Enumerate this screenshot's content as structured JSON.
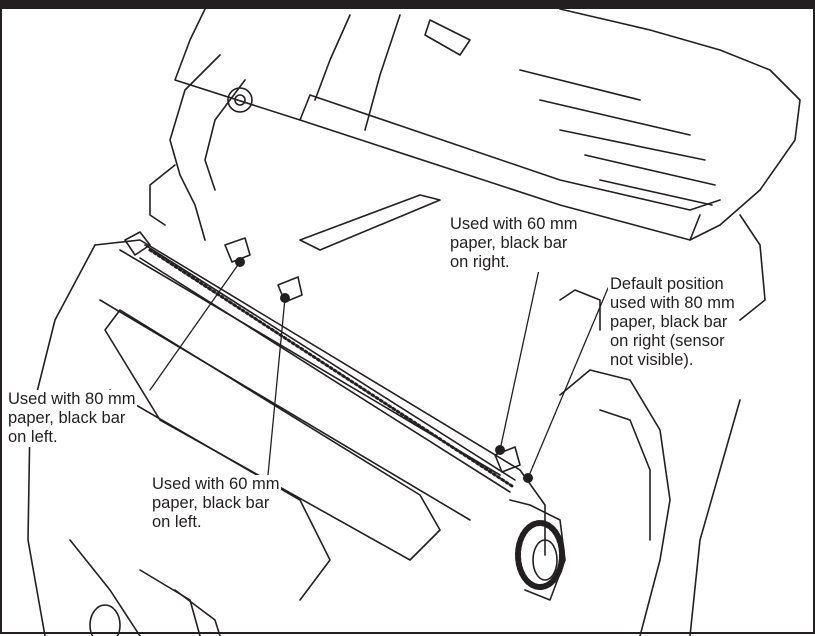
{
  "callouts": [
    {
      "lines": [
        "Used with 60 mm",
        "paper, black bar",
        "on right."
      ]
    },
    {
      "lines": [
        "Default position",
        "used with 80 mm",
        "paper, black bar",
        "on right (sensor",
        "not visible)."
      ]
    },
    {
      "lines": [
        "Used with 80 mm",
        "paper, black bar",
        "on left."
      ]
    },
    {
      "lines": [
        "Used with 60 mm",
        "paper, black bar",
        "on left."
      ]
    }
  ],
  "colors": {
    "ink": "#231f20",
    "paper": "#ffffff"
  }
}
